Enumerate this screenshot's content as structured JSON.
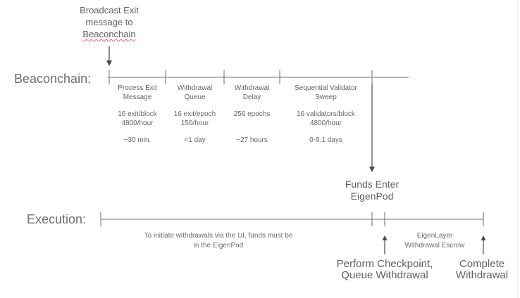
{
  "colors": {
    "text_gray": "#636363",
    "line_gray": "#8c8c8c",
    "arrow_gray": "#4a4a4a",
    "spellcheck_red": "#e06666"
  },
  "broadcast_note": {
    "line1": "Broadcast Exit",
    "line2": "message to",
    "line3": "Beaconchain"
  },
  "beaconchain": {
    "label": "Beaconchain:",
    "segments": [
      {
        "title1": "Process Exit",
        "title2": "Message",
        "rate1": "16 exit/block",
        "rate2": "4800/hour",
        "duration": "~30 min."
      },
      {
        "title1": "Withdrawal",
        "title2": "Queue",
        "rate1": "16 exit/epoch",
        "rate2": "150/hour",
        "duration": "<1 day"
      },
      {
        "title1": "Withdrawal",
        "title2": "Delay",
        "rate1": "256 epochs",
        "rate2": "",
        "duration": "~27 hours"
      },
      {
        "title1": "Sequential Validator",
        "title2": "Sweep",
        "rate1": "16 validators/block",
        "rate2": "4800/hour",
        "duration": "0-9.1 days"
      }
    ]
  },
  "funds_note": {
    "line1": "Funds Enter",
    "line2": "EigenPod"
  },
  "execution": {
    "label": "Execution:",
    "note_line1": "To initiate withdrawals via the UI, funds must be",
    "note_line2": "in the EigenPod",
    "escrow_line1": "EigenLayer",
    "escrow_line2": "Withdrawal Escrow",
    "perform_line1": "Perform Checkpoint,",
    "perform_line2": "Queue Withdrawal",
    "complete_line1": "Complete",
    "complete_line2": "Withdrawal"
  }
}
